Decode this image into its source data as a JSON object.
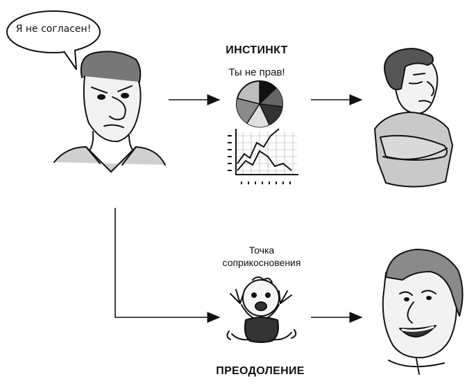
{
  "speech_bubble": {
    "text": "Я не согласен!"
  },
  "instinct": {
    "title": "ИНСТИНКТ",
    "caption": "Ты не прав!"
  },
  "contact": {
    "line1": "Точка",
    "line2": "соприкосновения"
  },
  "overcome": {
    "title": "ПРЕОДОЛЕНИЕ"
  },
  "icons": [
    "angry-man-icon",
    "pie-chart-icon",
    "line-chart-icon",
    "crossed-arms-man-icon",
    "baby-icon",
    "smiling-man-icon"
  ]
}
